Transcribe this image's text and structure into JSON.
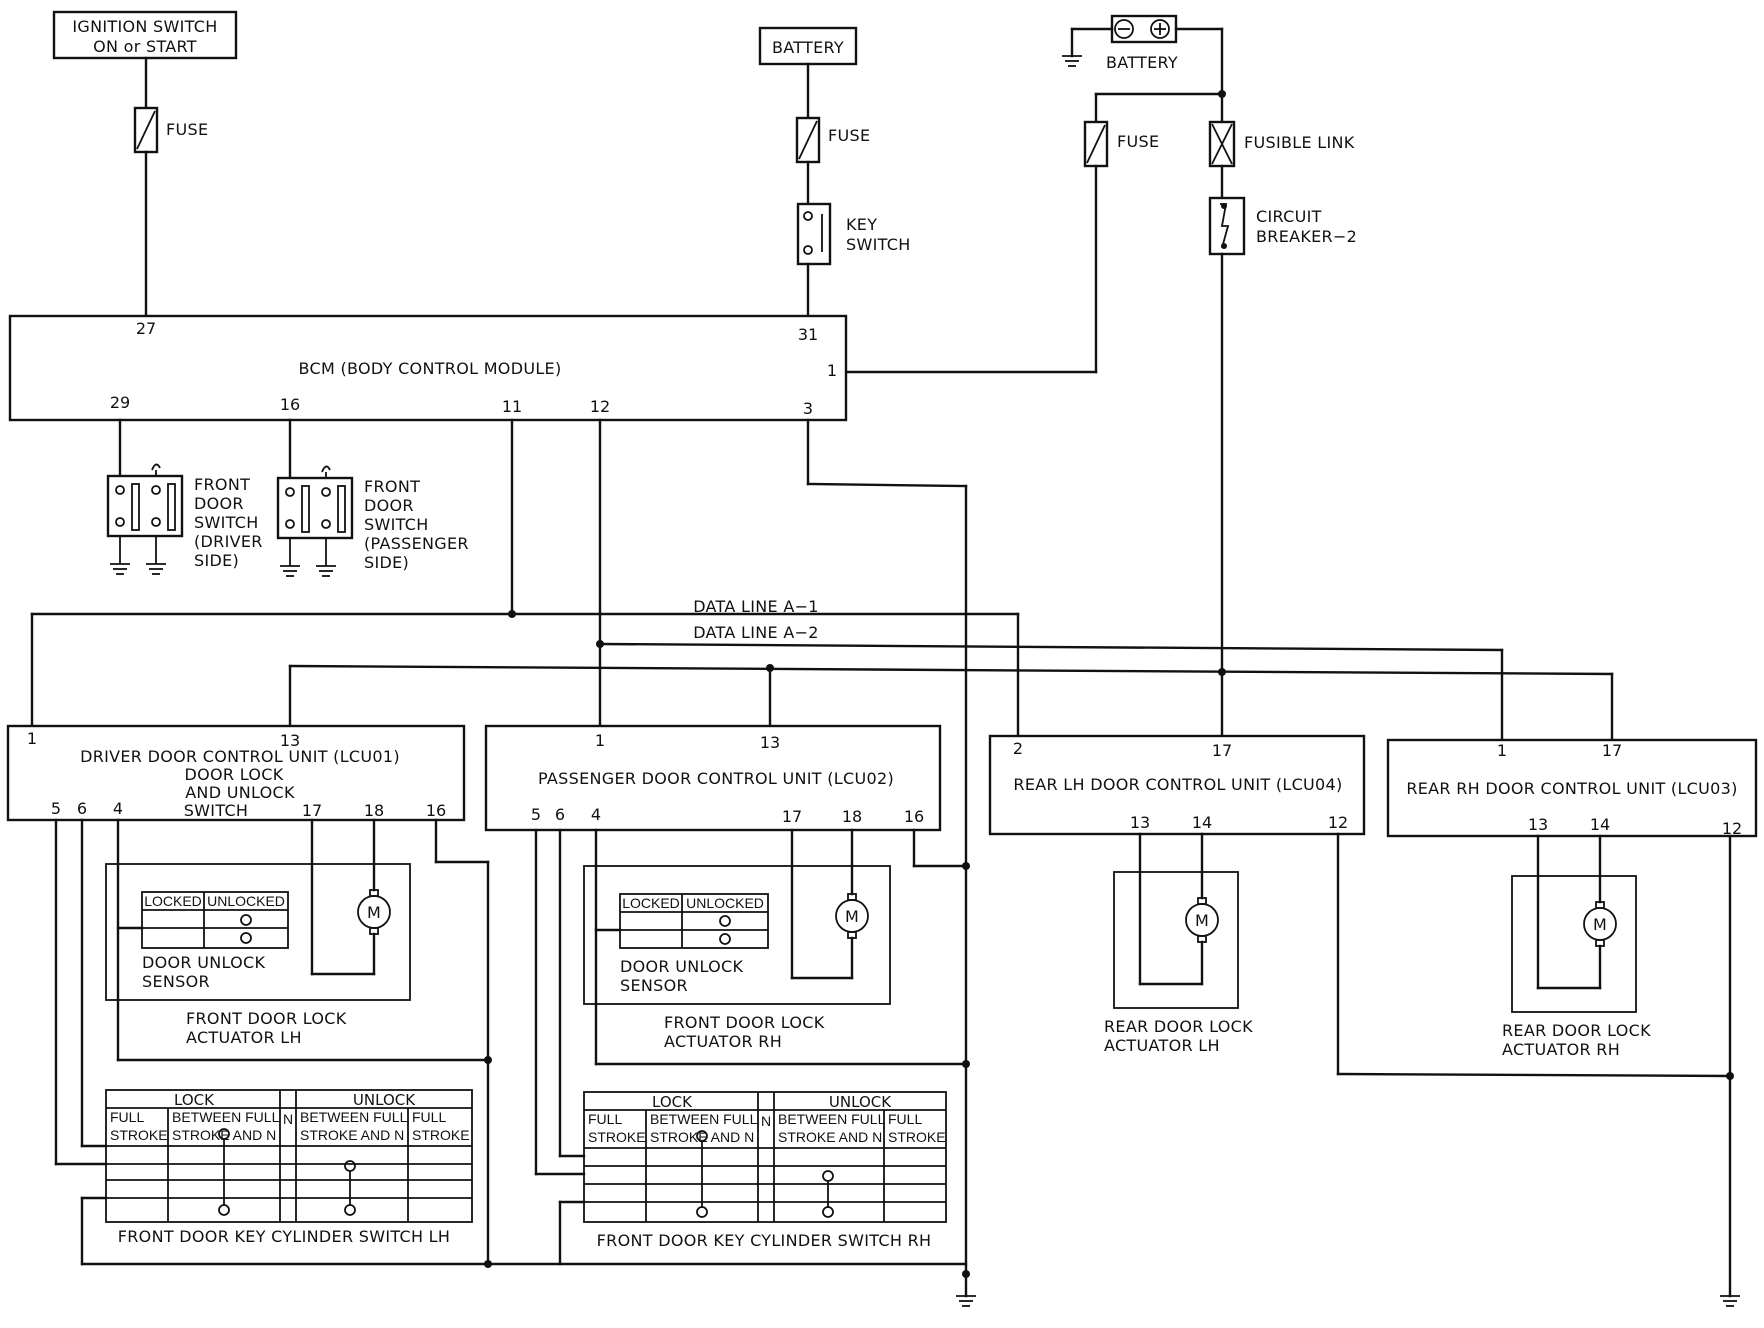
{
  "sources": {
    "ignition": [
      "IGNITION SWITCH",
      "ON  or  START"
    ],
    "battery_box": "BATTERY",
    "battery_symbol": "BATTERY",
    "fuse_1": "FUSE",
    "fuse_2": "FUSE",
    "fuse_3": "FUSE",
    "fusible_link": "FUSIBLE LINK",
    "key_switch": [
      "KEY",
      "SWITCH"
    ],
    "circuit_breaker": [
      "CIRCUIT",
      "BREAKER−2"
    ]
  },
  "bcm": {
    "title": "BCM (BODY CONTROL MODULE)",
    "pins": {
      "p27": "27",
      "p31": "31",
      "p1": "1",
      "p29": "29",
      "p16": "16",
      "p11": "11",
      "p12": "12",
      "p3": "3"
    }
  },
  "door_switches": {
    "driver": [
      "FRONT",
      "DOOR",
      "SWITCH",
      "(DRIVER",
      "SIDE)"
    ],
    "passenger": [
      "FRONT",
      "DOOR",
      "SWITCH",
      "(PASSENGER",
      "SIDE)"
    ]
  },
  "data_lines": {
    "a1": "DATA LINE A−1",
    "a2": "DATA LINE A−2"
  },
  "lcu01": {
    "title": "DRIVER DOOR CONTROL UNIT (LCU01)",
    "sub": [
      "DOOR LOCK",
      "AND UNLOCK",
      "SWITCH"
    ],
    "pins": {
      "p1": "1",
      "p13": "13",
      "p5": "5",
      "p6": "6",
      "p4": "4",
      "p17": "17",
      "p18": "18",
      "p16": "16"
    }
  },
  "lcu02": {
    "title": "PASSENGER DOOR CONTROL UNIT (LCU02)",
    "pins": {
      "p1": "1",
      "p13": "13",
      "p5": "5",
      "p6": "6",
      "p4": "4",
      "p17": "17",
      "p18": "18",
      "p16": "16"
    }
  },
  "lcu04": {
    "title": "REAR LH DOOR CONTROL UNIT (LCU04)",
    "pins": {
      "p2": "2",
      "p17": "17",
      "p13": "13",
      "p14": "14",
      "p12": "12"
    }
  },
  "lcu03": {
    "title": "REAR RH DOOR CONTROL UNIT (LCU03)",
    "pins": {
      "p1": "1",
      "p17": "17",
      "p13": "13",
      "p14": "14",
      "p12": "12"
    }
  },
  "sensor_table": {
    "locked": "LOCKED",
    "unlocked": "UNLOCKED"
  },
  "sensor_label": [
    "DOOR UNLOCK",
    "SENSOR"
  ],
  "actuators": {
    "front_lh": [
      "FRONT DOOR LOCK",
      "ACTUATOR LH"
    ],
    "front_rh": [
      "FRONT DOOR LOCK",
      "ACTUATOR RH"
    ],
    "rear_lh": [
      "REAR DOOR LOCK",
      "ACTUATOR LH"
    ],
    "rear_rh": [
      "REAR DOOR LOCK",
      "ACTUATOR RH"
    ]
  },
  "key_cyl_table": {
    "lock": "LOCK",
    "unlock": "UNLOCK",
    "n": "N",
    "full": "FULL",
    "stroke": "STROKE",
    "between": "BETWEEN FULL",
    "stroke_and_n": "STROKE AND N"
  },
  "key_cylinders": {
    "lh": "FRONT DOOR KEY CYLINDER SWITCH LH",
    "rh": "FRONT DOOR KEY CYLINDER SWITCH RH"
  }
}
